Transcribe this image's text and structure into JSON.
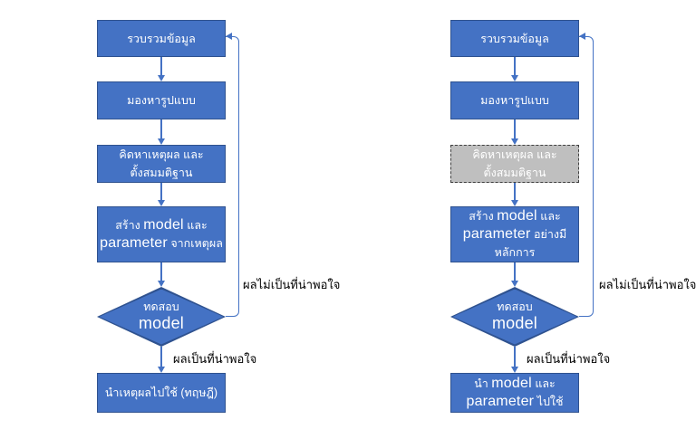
{
  "colors": {
    "page-bg": "#ffffff",
    "box-fill": "#4472C4",
    "box-border": "#2F528F",
    "box-text": "#ffffff",
    "gray-fill": "#BFBFBF",
    "gray-border": "#404040",
    "arrow": "#4472C4",
    "label-text": "#000000"
  },
  "charts": [
    {
      "steps": [
        {
          "type": "box",
          "lines": [
            [
              {
                "t": "รวบรวมข้อมูล"
              }
            ]
          ]
        },
        {
          "type": "box",
          "lines": [
            [
              {
                "t": "มองหารูปแบบ"
              }
            ]
          ]
        },
        {
          "type": "box",
          "lines": [
            [
              {
                "t": "คิดหาเหตุผล และ"
              }
            ],
            [
              {
                "t": "ตั้งสมมติฐาน"
              }
            ]
          ]
        },
        {
          "type": "box",
          "lines": [
            [
              {
                "t": "สร้าง "
              },
              {
                "t": "model",
                "latin": true
              },
              {
                "t": " และ"
              }
            ],
            [
              {
                "t": "parameter",
                "latin": true
              },
              {
                "t": " จากเหตุผล"
              }
            ]
          ]
        },
        {
          "type": "diamond",
          "lines": [
            [
              {
                "t": "ทดสอบ"
              }
            ],
            [
              {
                "t": "model",
                "latin": true
              }
            ]
          ]
        },
        {
          "type": "box",
          "lines": [
            [
              {
                "t": "นำเหตุผลไปใช้ (ทฤษฎี)"
              }
            ]
          ]
        }
      ],
      "loop_label": "ผลไม่เป็นที่น่าพอใจ",
      "down_label": "ผลเป็นที่น่าพอใจ"
    },
    {
      "steps": [
        {
          "type": "box",
          "lines": [
            [
              {
                "t": "รวบรวมข้อมูล"
              }
            ]
          ]
        },
        {
          "type": "box",
          "lines": [
            [
              {
                "t": "มองหารูปแบบ"
              }
            ]
          ]
        },
        {
          "type": "box",
          "gray": true,
          "lines": [
            [
              {
                "t": "คิดหาเหตุผล และ"
              }
            ],
            [
              {
                "t": "ตั้งสมมติฐาน"
              }
            ]
          ]
        },
        {
          "type": "box",
          "lines": [
            [
              {
                "t": "สร้าง "
              },
              {
                "t": "model",
                "latin": true
              },
              {
                "t": " และ"
              }
            ],
            [
              {
                "t": "parameter",
                "latin": true
              },
              {
                "t": " อย่างมี"
              }
            ],
            [
              {
                "t": "หลักการ"
              }
            ]
          ]
        },
        {
          "type": "diamond",
          "lines": [
            [
              {
                "t": "ทดสอบ"
              }
            ],
            [
              {
                "t": "model",
                "latin": true
              }
            ]
          ]
        },
        {
          "type": "box",
          "lines": [
            [
              {
                "t": "นำ "
              },
              {
                "t": "model",
                "latin": true
              },
              {
                "t": " และ"
              }
            ],
            [
              {
                "t": "parameter",
                "latin": true
              },
              {
                "t": " ไปใช้"
              }
            ]
          ]
        }
      ],
      "loop_label": "ผลไม่เป็นที่น่าพอใจ",
      "down_label": "ผลเป็นที่น่าพอใจ"
    }
  ]
}
